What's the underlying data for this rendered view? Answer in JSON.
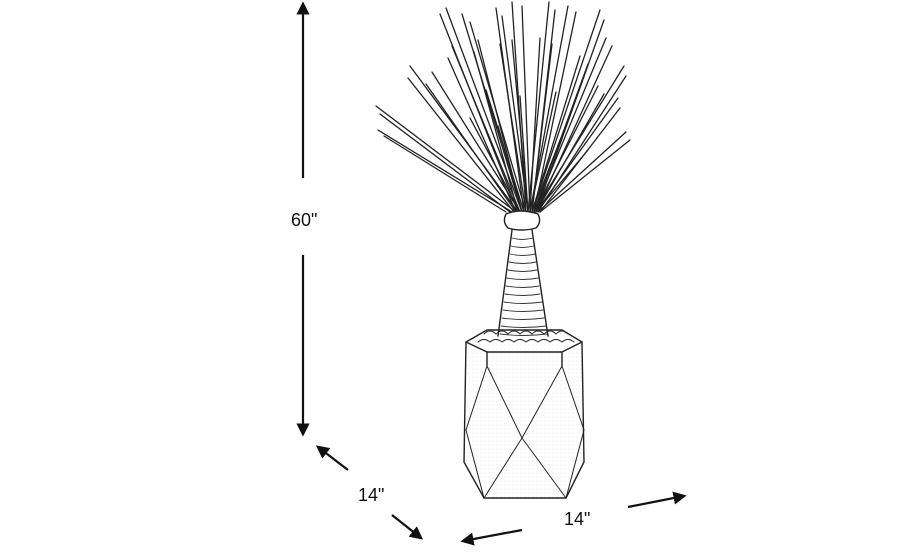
{
  "dimensions": {
    "height": "60\"",
    "depth": "14\"",
    "width": "14\""
  },
  "icons": {
    "plant": "potted-yucca-plant-sketch",
    "arrow": "dimension-arrow"
  },
  "colors": {
    "line": "#111111",
    "background": "#ffffff"
  }
}
